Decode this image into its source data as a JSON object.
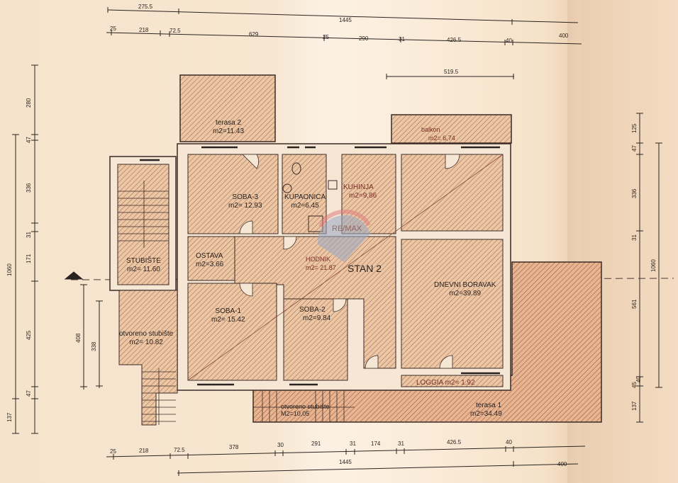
{
  "plan": {
    "apartment_label": "STAN 2",
    "watermark": "RE/MAX",
    "rooms": [
      {
        "id": "terasa-2",
        "name": "terasa 2",
        "area": "m2=11.43"
      },
      {
        "id": "balkon",
        "name": "balkon",
        "area": "m2= 6,74"
      },
      {
        "id": "soba-3",
        "name": "SOBA-3",
        "area": "m2= 12.93"
      },
      {
        "id": "kupaonica",
        "name": "KUPAONICA",
        "area": "m2=6,45"
      },
      {
        "id": "kuhinja",
        "name": "KUHINJA",
        "area": "m2=9,86"
      },
      {
        "id": "stubiste",
        "name": "STUBIŠTE",
        "area": "m2= 11.60"
      },
      {
        "id": "ostava",
        "name": "OSTAVA",
        "area": "m2=3.66"
      },
      {
        "id": "hodnik",
        "name": "HODNIK",
        "area": "m2= 21.87"
      },
      {
        "id": "dnevni-boravak",
        "name": "DNEVNI BORAVAK",
        "area": "m2=39.89"
      },
      {
        "id": "soba-1",
        "name": "SOBA-1",
        "area": "m2= 15.42"
      },
      {
        "id": "soba-2",
        "name": "SOBA-2",
        "area": "m2=9.84"
      },
      {
        "id": "otvoreno-stubiste-1",
        "name": "otvoreno stubište",
        "area": "m2= 10.82"
      },
      {
        "id": "otvoreno-stubiste-2",
        "name": "otvoreno stubište",
        "area": "M2=10,05"
      },
      {
        "id": "loggia",
        "name": "LOGGIA",
        "area": "m2= 1.92"
      },
      {
        "id": "terasa-1",
        "name": "terasa 1",
        "area": "m2=34.49"
      }
    ]
  },
  "dimensions": {
    "top_overall": [
      "275.5",
      "1445"
    ],
    "top_chain": [
      "25",
      "218",
      "72.5",
      "629",
      "25",
      "290",
      "31",
      "426.5",
      "40",
      "400"
    ],
    "top_balcony": "519.5",
    "bottom_chain": [
      "25",
      "218",
      "72.5",
      "378",
      "30",
      "291",
      "31",
      "174",
      "31",
      "426.5",
      "40"
    ],
    "bottom_overall": [
      "1445",
      "400"
    ],
    "left_chain": [
      "280",
      "47",
      "336",
      "31",
      "171",
      "425",
      "47",
      "137"
    ],
    "left_overall": "1060",
    "left_inner": [
      "408",
      "338"
    ],
    "right_chain": [
      "125",
      "47",
      "336",
      "31",
      "561",
      "45",
      "40",
      "137"
    ],
    "right_overall": "1060"
  }
}
